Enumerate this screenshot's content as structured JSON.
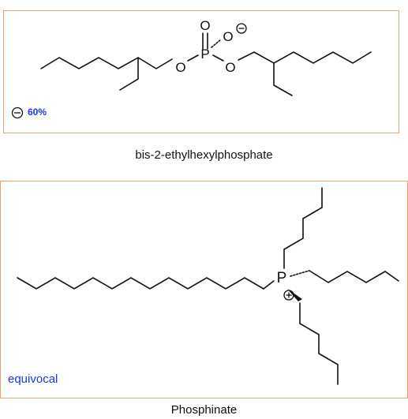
{
  "molecule1": {
    "caption": "bis-2-ethylhexylphosphate",
    "tag": "60%",
    "atoms": {
      "o_top": "O",
      "p": "P",
      "o_left": "O",
      "o_right": "O",
      "o_charged": "O"
    }
  },
  "molecule2": {
    "caption": "Phosphinate",
    "tag": "equivocal",
    "atoms": {
      "p": "P"
    }
  },
  "colors": {
    "panel_border": "#f0a070",
    "tag_text": "#1a36e8",
    "bond": "#111111"
  }
}
